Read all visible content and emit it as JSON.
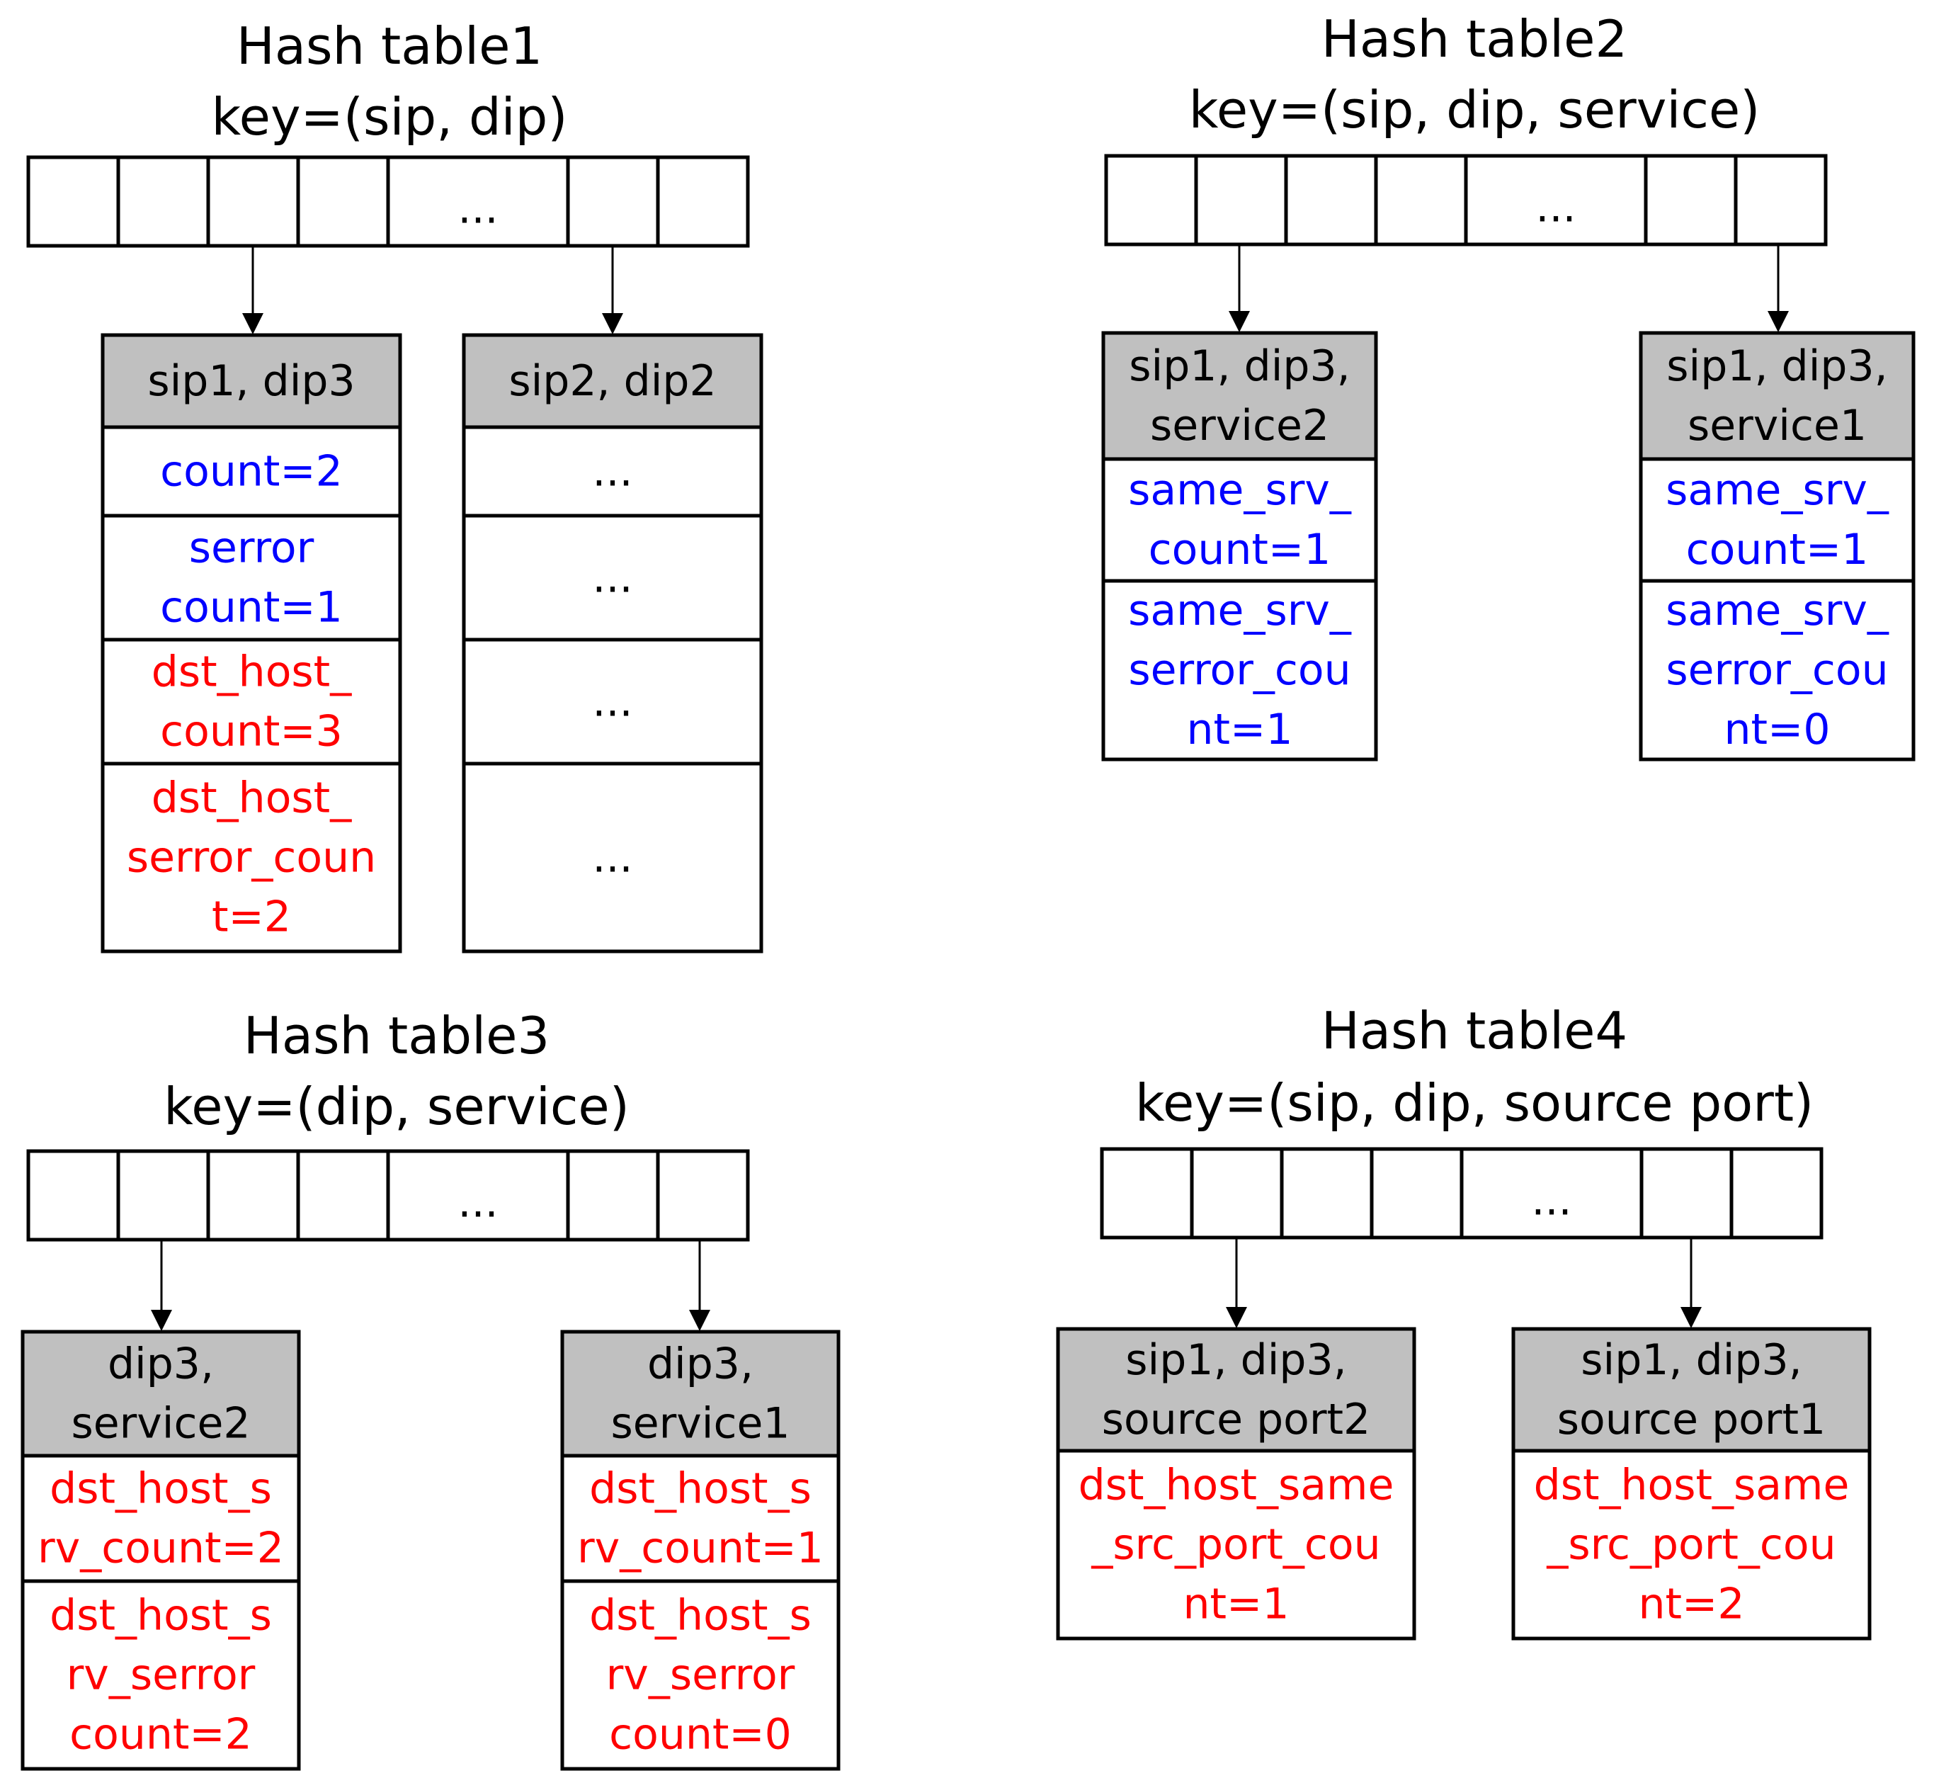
{
  "colors": {
    "line": "#000000",
    "header_fill": "#c0c0c0",
    "black_text": "#000000",
    "blue_text": "#0000ff",
    "red_text": "#ff0000"
  },
  "tables": [
    {
      "title": "Hash table1",
      "key": "key=(sip, dip)",
      "ellipsis": "...",
      "entries": [
        {
          "header": [
            "sip1, dip3"
          ],
          "cells": [
            {
              "lines": [
                "count=2"
              ],
              "color": "blue"
            },
            {
              "lines": [
                "serror",
                "count=1"
              ],
              "color": "blue"
            },
            {
              "lines": [
                "dst_host_",
                "count=3"
              ],
              "color": "red"
            },
            {
              "lines": [
                "dst_host_",
                "serror_coun",
                "t=2"
              ],
              "color": "red"
            }
          ]
        },
        {
          "header": [
            "sip2, dip2"
          ],
          "cells": [
            {
              "lines": [
                "..."
              ],
              "color": "black"
            },
            {
              "lines": [
                "..."
              ],
              "color": "black"
            },
            {
              "lines": [
                "..."
              ],
              "color": "black"
            },
            {
              "lines": [
                "..."
              ],
              "color": "black"
            }
          ]
        }
      ]
    },
    {
      "title": "Hash table2",
      "key": "key=(sip, dip, service)",
      "ellipsis": "...",
      "entries": [
        {
          "header": [
            "sip1, dip3,",
            "service2"
          ],
          "cells": [
            {
              "lines": [
                "same_srv_",
                "count=1"
              ],
              "color": "blue"
            },
            {
              "lines": [
                "same_srv_",
                "serror_cou",
                "nt=1"
              ],
              "color": "blue"
            }
          ]
        },
        {
          "header": [
            "sip1, dip3,",
            "service1"
          ],
          "cells": [
            {
              "lines": [
                "same_srv_",
                "count=1"
              ],
              "color": "blue"
            },
            {
              "lines": [
                "same_srv_",
                "serror_cou",
                "nt=0"
              ],
              "color": "blue"
            }
          ]
        }
      ]
    },
    {
      "title": "Hash table3",
      "key": "key=(dip, service)",
      "ellipsis": "...",
      "entries": [
        {
          "header": [
            "dip3,",
            "service2"
          ],
          "cells": [
            {
              "lines": [
                "dst_host_s",
                "rv_count=2"
              ],
              "color": "red"
            },
            {
              "lines": [
                "dst_host_s",
                "rv_serror",
                "count=2"
              ],
              "color": "red"
            }
          ]
        },
        {
          "header": [
            "dip3,",
            "service1"
          ],
          "cells": [
            {
              "lines": [
                "dst_host_s",
                "rv_count=1"
              ],
              "color": "red"
            },
            {
              "lines": [
                "dst_host_s",
                "rv_serror",
                "count=0"
              ],
              "color": "red"
            }
          ]
        }
      ]
    },
    {
      "title": "Hash table4",
      "key": "key=(sip, dip, source port)",
      "ellipsis": "...",
      "entries": [
        {
          "header": [
            "sip1, dip3,",
            "source port2"
          ],
          "cells": [
            {
              "lines": [
                "dst_host_same",
                "_src_port_cou",
                "nt=1"
              ],
              "color": "red"
            }
          ]
        },
        {
          "header": [
            "sip1, dip3,",
            "source port1"
          ],
          "cells": [
            {
              "lines": [
                "dst_host_same",
                "_src_port_cou",
                "nt=2"
              ],
              "color": "red"
            }
          ]
        }
      ]
    }
  ]
}
